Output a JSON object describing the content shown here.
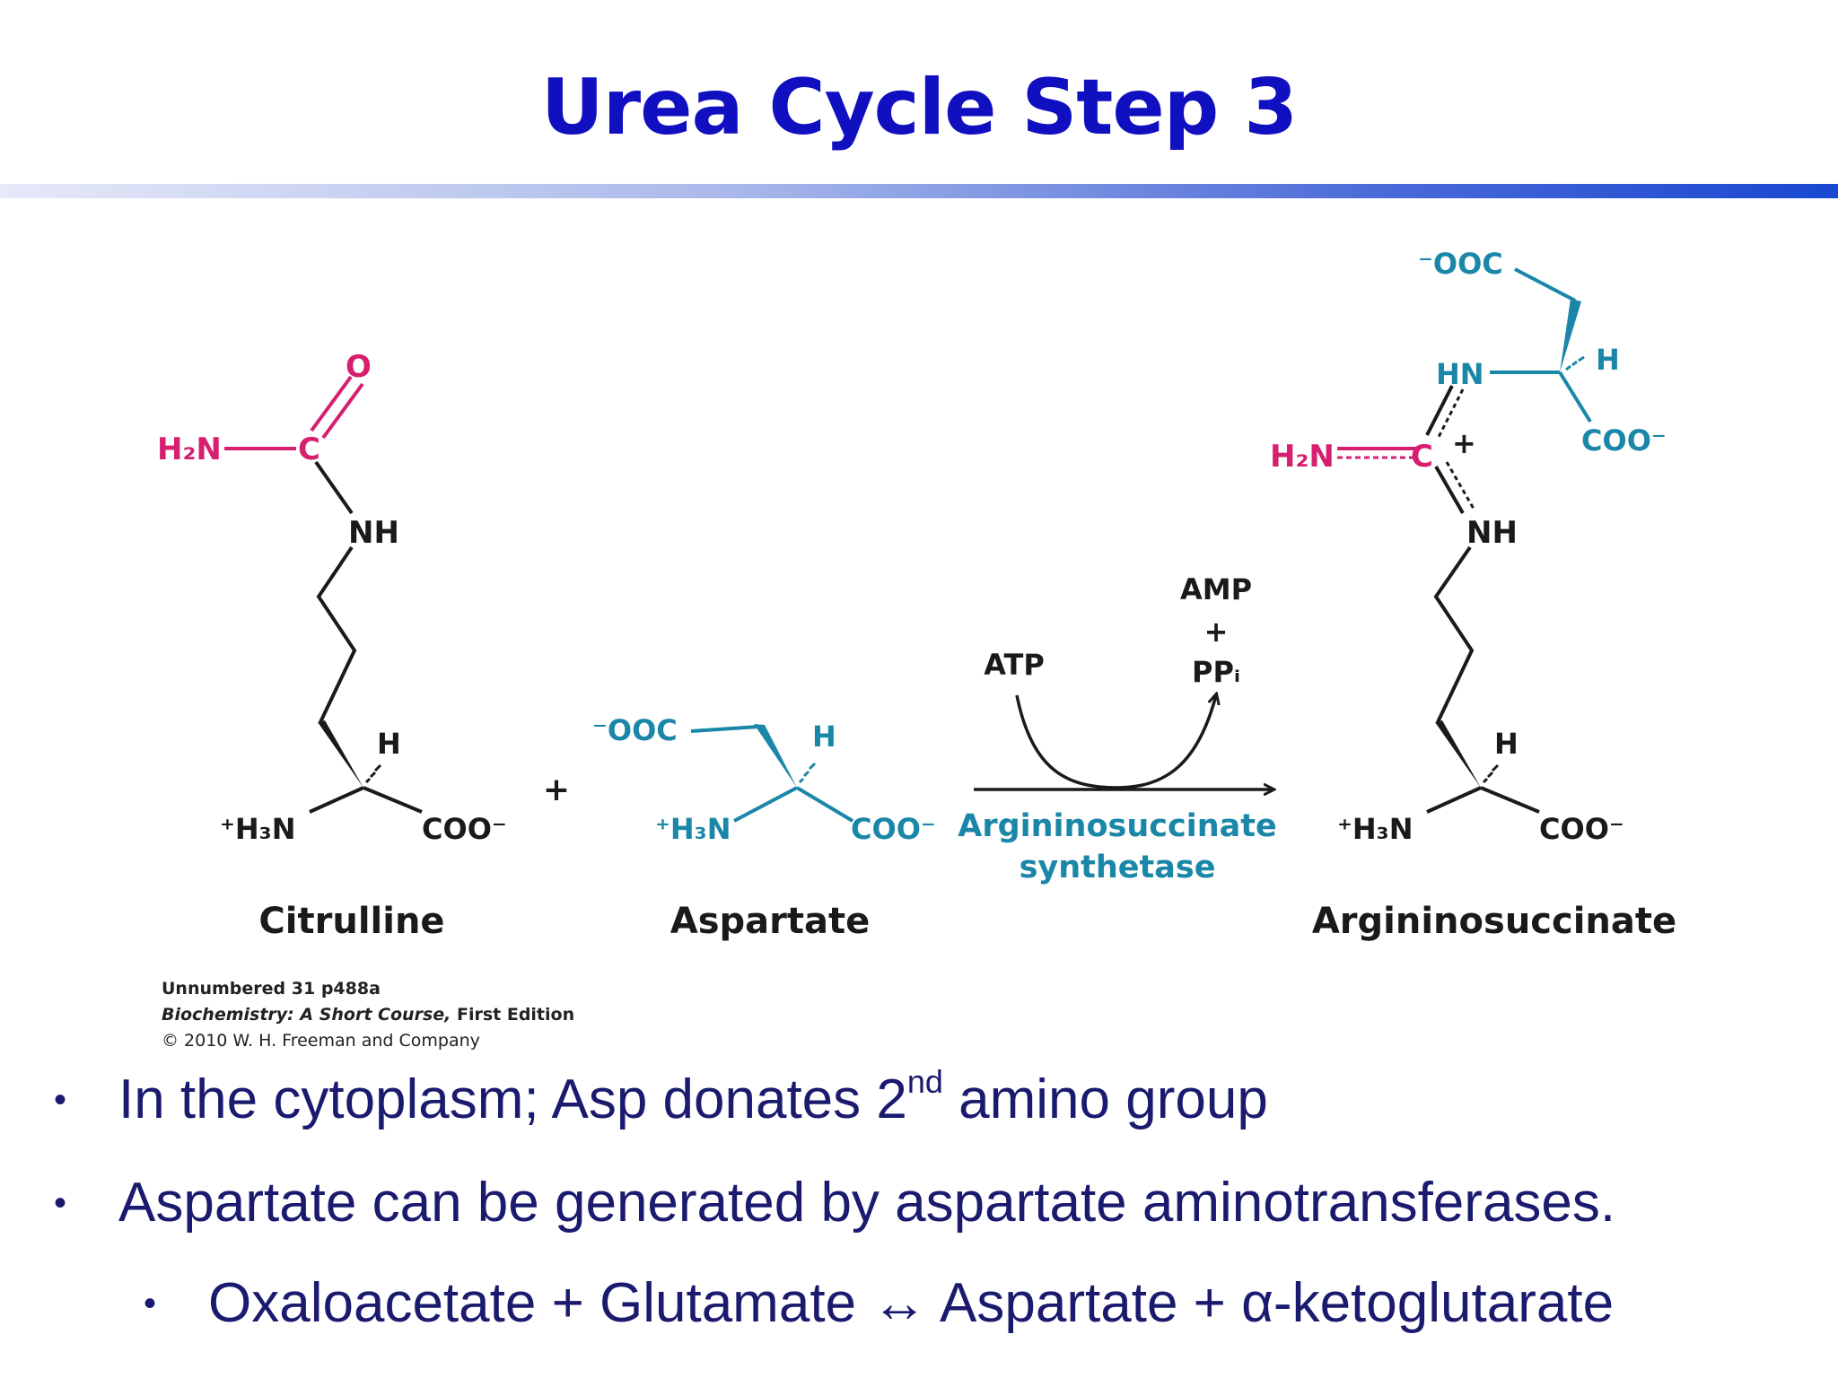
{
  "slide": {
    "title": "Urea Cycle Step 3"
  },
  "reaction": {
    "reactant1": {
      "name": "Citrulline",
      "atoms": {
        "o": "O",
        "h2n": "H₂N",
        "c": "C",
        "nh": "NH",
        "h": "H",
        "h3n": "⁺H₃N",
        "coo": "COO⁻"
      }
    },
    "plus": "+",
    "reactant2": {
      "name": "Aspartate",
      "atoms": {
        "ooc": "⁻OOC",
        "h": "H",
        "h3n": "⁺H₃N",
        "coo": "COO⁻"
      }
    },
    "arrow": {
      "atp": "ATP",
      "amp": "AMP",
      "plus": "+",
      "ppi": "PPᵢ",
      "enzyme_line1": "Argininosuccinate",
      "enzyme_line2": "synthetase"
    },
    "product": {
      "name": "Argininosuccinate",
      "atoms": {
        "ooc": "⁻OOC",
        "hn": "HN",
        "h_top": "H",
        "coo_top": "COO⁻",
        "h2n": "H₂N",
        "c": "C",
        "plus": "+",
        "nh": "NH",
        "h": "H",
        "h3n": "⁺H₃N",
        "coo": "COO⁻"
      }
    },
    "colors": {
      "magenta": "#d6206f",
      "teal": "#1a86a8",
      "black": "#1a1a1a"
    }
  },
  "caption": {
    "line1": "Unnumbered 31 p488a",
    "line2_title": "Biochemistry: A Short Course,",
    "line2_edition": " First Edition",
    "line3": "© 2010 W. H. Freeman and Company"
  },
  "bullets": [
    {
      "text_before": "In the cytoplasm; Asp donates 2",
      "sup": "nd",
      "text_after": " amino group"
    },
    {
      "text": "Aspartate can be generated by aspartate aminotransferases."
    },
    {
      "text": "Oxaloacetate + Glutamate ↔ Aspartate  + α-ketoglutarate"
    }
  ]
}
